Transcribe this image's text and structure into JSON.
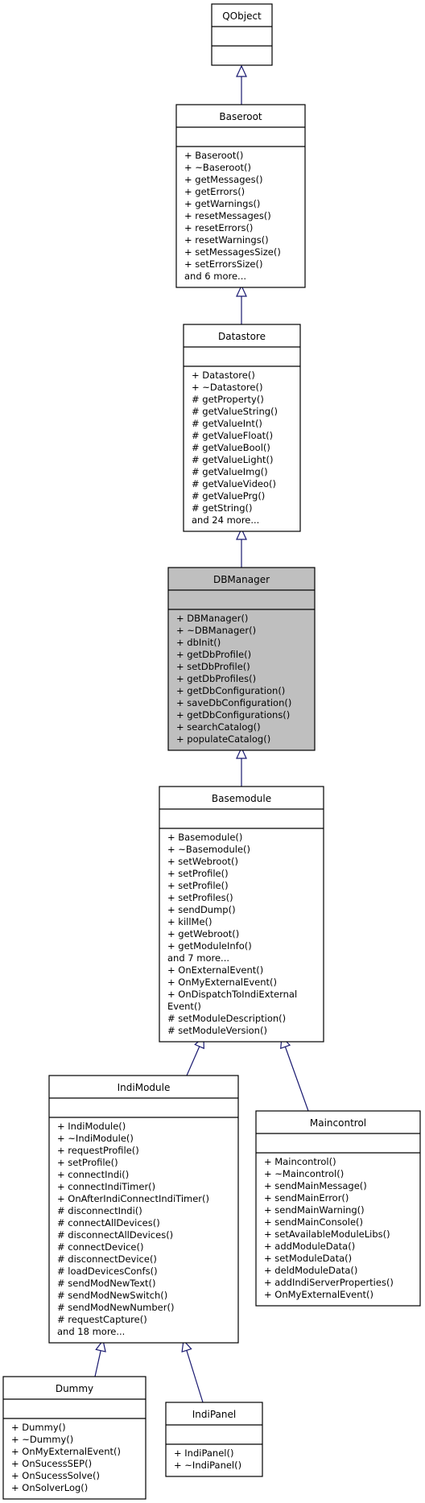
{
  "diagram": {
    "classes": [
      {
        "id": "qobject",
        "title": "QObject",
        "attributes": [],
        "methods": []
      },
      {
        "id": "baseroot",
        "title": "Baseroot",
        "attributes": [],
        "methods": [
          "+ Baseroot()",
          "+ ~Baseroot()",
          "+ getMessages()",
          "+ getErrors()",
          "+ getWarnings()",
          "+ resetMessages()",
          "+ resetErrors()",
          "+ resetWarnings()",
          "+ setMessagesSize()",
          "+ setErrorsSize()",
          "and 6 more..."
        ]
      },
      {
        "id": "datastore",
        "title": "Datastore",
        "attributes": [],
        "methods": [
          "+ Datastore()",
          "+ ~Datastore()",
          "# getProperty()",
          "# getValueString()",
          "# getValueInt()",
          "# getValueFloat()",
          "# getValueBool()",
          "# getValueLight()",
          "# getValueImg()",
          "# getValueVideo()",
          "# getValuePrg()",
          "# getString()",
          "and 24 more..."
        ]
      },
      {
        "id": "dbmanager",
        "title": "DBManager",
        "highlighted": true,
        "attributes": [],
        "methods": [
          "+ DBManager()",
          "+ ~DBManager()",
          "+ dbInit()",
          "+ getDbProfile()",
          "+ setDbProfile()",
          "+ getDbProfiles()",
          "+ getDbConfiguration()",
          "+ saveDbConfiguration()",
          "+ getDbConfigurations()",
          "+ searchCatalog()",
          "+ populateCatalog()"
        ]
      },
      {
        "id": "basemodule",
        "title": "Basemodule",
        "attributes": [],
        "methods": [
          "+ Basemodule()",
          "+ ~Basemodule()",
          "+ setWebroot()",
          "+ setProfile()",
          "+ setProfile()",
          "+ setProfiles()",
          "+ sendDump()",
          "+ killMe()",
          "+ getWebroot()",
          "+ getModuleInfo()",
          "and 7 more...",
          "+ OnExternalEvent()",
          "+ OnMyExternalEvent()",
          "+ OnDispatchToIndiExternal",
          "Event()",
          "# setModuleDescription()",
          "# setModuleVersion()"
        ]
      },
      {
        "id": "indimodule",
        "title": "IndiModule",
        "attributes": [],
        "methods": [
          "+ IndiModule()",
          "+ ~IndiModule()",
          "+ requestProfile()",
          "+ setProfile()",
          "+ connectIndi()",
          "+ connectIndiTimer()",
          "+ OnAfterIndiConnectIndiTimer()",
          "# disconnectIndi()",
          "# connectAllDevices()",
          "# disconnectAllDevices()",
          "# connectDevice()",
          "# disconnectDevice()",
          "# loadDevicesConfs()",
          "# sendModNewText()",
          "# sendModNewSwitch()",
          "# sendModNewNumber()",
          "# requestCapture()",
          "and 18 more..."
        ]
      },
      {
        "id": "maincontrol",
        "title": "Maincontrol",
        "attributes": [],
        "methods": [
          "+ Maincontrol()",
          "+ ~Maincontrol()",
          "+ sendMainMessage()",
          "+ sendMainError()",
          "+ sendMainWarning()",
          "+ sendMainConsole()",
          "+ setAvailableModuleLibs()",
          "+ addModuleData()",
          "+ setModuleData()",
          "+ deldModuleData()",
          "+ addIndiServerProperties()",
          "+ OnMyExternalEvent()"
        ]
      },
      {
        "id": "dummy",
        "title": "Dummy",
        "attributes": [],
        "methods": [
          "+ Dummy()",
          "+ ~Dummy()",
          "+ OnMyExternalEvent()",
          "+ OnSucessSEP()",
          "+ OnSucessSolve()",
          "+ OnSolverLog()"
        ]
      },
      {
        "id": "indipanel",
        "title": "IndiPanel",
        "attributes": [],
        "methods": [
          "+ IndiPanel()",
          "+ ~IndiPanel()"
        ]
      }
    ],
    "inheritance": [
      {
        "from": "baseroot",
        "to": "qobject"
      },
      {
        "from": "datastore",
        "to": "baseroot"
      },
      {
        "from": "dbmanager",
        "to": "datastore"
      },
      {
        "from": "basemodule",
        "to": "dbmanager"
      },
      {
        "from": "indimodule",
        "to": "basemodule"
      },
      {
        "from": "maincontrol",
        "to": "basemodule"
      },
      {
        "from": "dummy",
        "to": "indimodule"
      },
      {
        "from": "indipanel",
        "to": "indimodule"
      }
    ],
    "colors": {
      "box_stroke": "#000000",
      "highlight_fill": "#bfbfbf",
      "box_fill": "#ffffff",
      "edge": "#191970"
    }
  }
}
